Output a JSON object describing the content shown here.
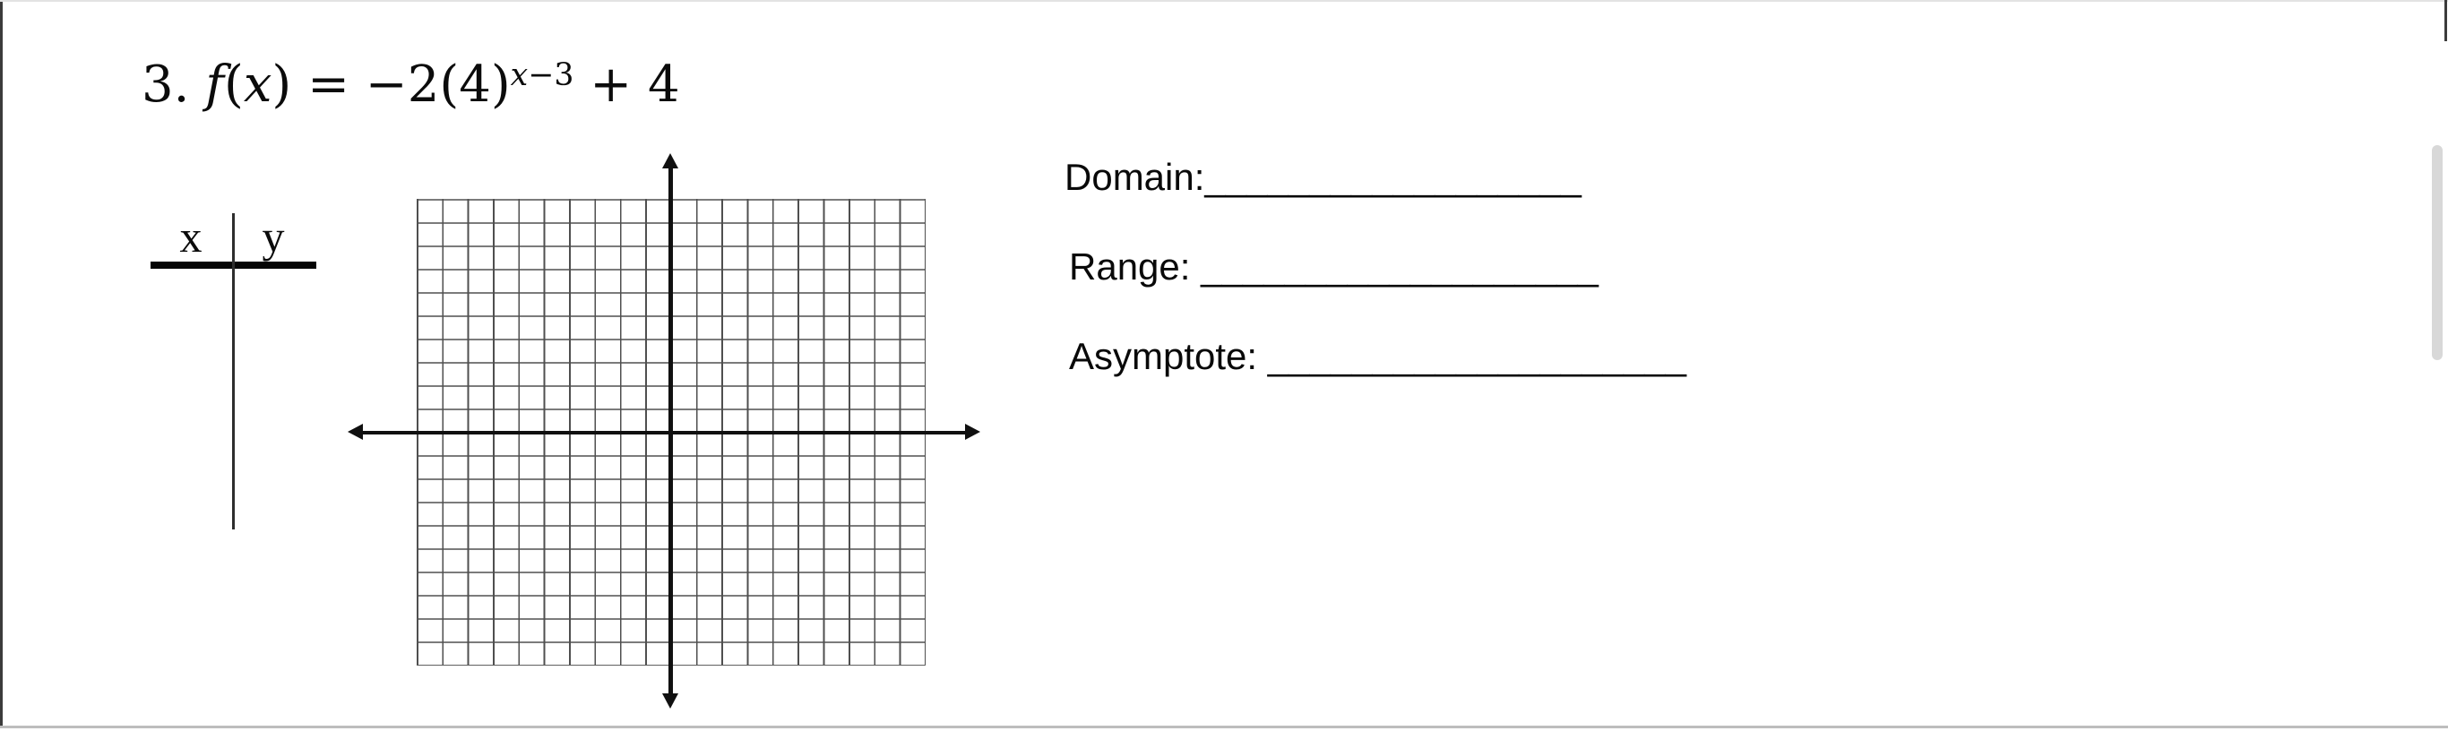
{
  "problem": {
    "number_prefix": "3. ",
    "func_letter": "f",
    "open_paren": "(",
    "var_x": "x",
    "equals_part": ") = −2(4)",
    "sup_var": "x",
    "sup_rest": "−3",
    "tail": " + 4"
  },
  "table": {
    "header_x": "x",
    "header_y": "y"
  },
  "fields": {
    "domain": {
      "label": "Domain:",
      "blank": "__________________"
    },
    "range": {
      "label": "Range: ",
      "blank": "___________________"
    },
    "asymptote": {
      "label": "Asymptote: ",
      "blank": "____________________"
    }
  },
  "graph": {
    "columns": 20,
    "rows": 20,
    "plotted_points": [],
    "plotted_curves": []
  },
  "colors": {
    "axis": "#101010",
    "grid_line_vertical": "#4f4f4f",
    "grid_line_horizontal": "#5a5a5a",
    "table_rule": "#050505",
    "page_edge_dark": "#3b3b3b",
    "page_edge_bottom": "#bdbdbd",
    "scrollbar_thumb": "#d8d8d8",
    "text": "#0b0b0b",
    "background": "#ffffff"
  }
}
